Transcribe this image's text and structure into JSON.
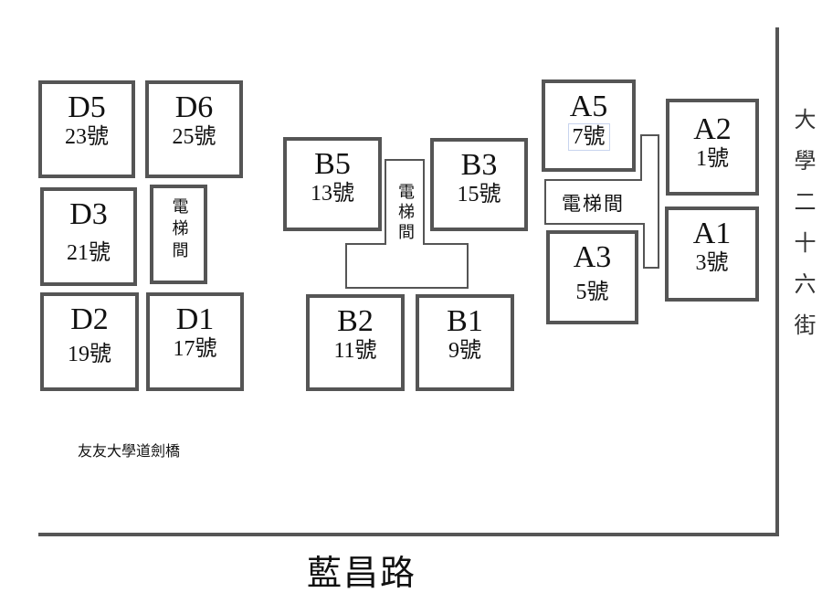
{
  "units": {
    "D5": {
      "code": "D5",
      "num": "23號"
    },
    "D6": {
      "code": "D6",
      "num": "25號"
    },
    "D3": {
      "code": "D3",
      "num": "21號"
    },
    "D2": {
      "code": "D2",
      "num": "19號"
    },
    "D1": {
      "code": "D1",
      "num": "17號"
    },
    "B5": {
      "code": "B5",
      "num": "13號"
    },
    "B3": {
      "code": "B3",
      "num": "15號"
    },
    "B2": {
      "code": "B2",
      "num": "11號"
    },
    "B1": {
      "code": "B1",
      "num": "9號"
    },
    "A5": {
      "code": "A5",
      "num": "7號"
    },
    "A2": {
      "code": "A2",
      "num": "1號"
    },
    "A1": {
      "code": "A1",
      "num": "3號"
    },
    "A3": {
      "code": "A3",
      "num": "5號"
    }
  },
  "elevator_label": "電梯間",
  "community_name": "友友大學道劍橋",
  "street_bottom": "藍昌路",
  "street_right": "大學二十六街"
}
